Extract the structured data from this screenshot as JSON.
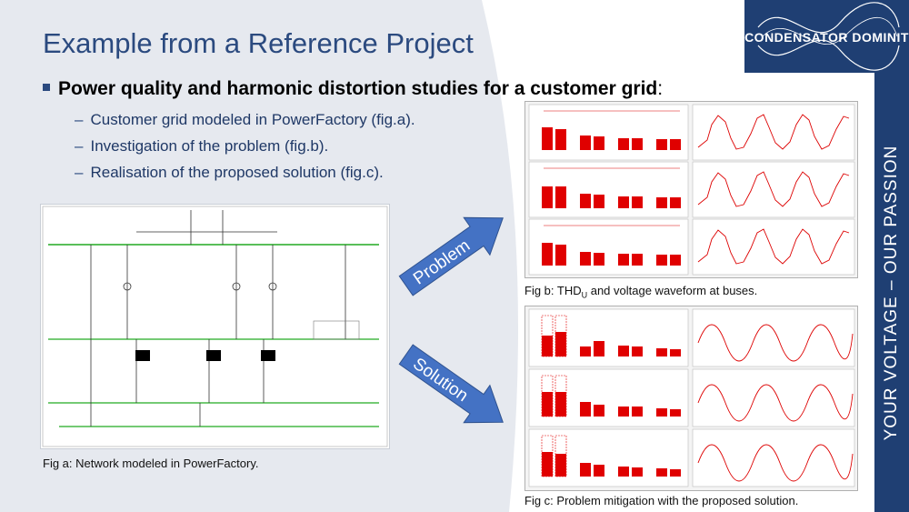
{
  "title": "Example from a Reference Project",
  "logo": {
    "text": "CONDENSATOR DOMINIT"
  },
  "tagline": "YOUR VOLTAGE  –  OUR PASSION",
  "main_bullet": {
    "text": "Power quality and harmonic distortion studies for a customer grid",
    "suffix": ":"
  },
  "sub_bullets": [
    "Customer grid modeled in PowerFactory (fig.a).",
    "Investigation of the problem (fig.b).",
    "Realisation of the proposed solution (fig.c)."
  ],
  "arrows": {
    "problem": "Problem",
    "solution": "Solution"
  },
  "captions": {
    "fig_a": "Fig a: Network modeled in PowerFactory.",
    "fig_b_prefix": "Fig b: THD",
    "fig_b_sub": "U",
    "fig_b_suffix": " and voltage waveform at buses.",
    "fig_c": "Fig c: Problem mitigation with the proposed solution."
  },
  "colors": {
    "brand_blue": "#1f3f73",
    "title_blue": "#2b4a7f",
    "arrow_blue": "#4472c4",
    "bar_red": "#e00000",
    "grid_green": "#22aa22"
  }
}
